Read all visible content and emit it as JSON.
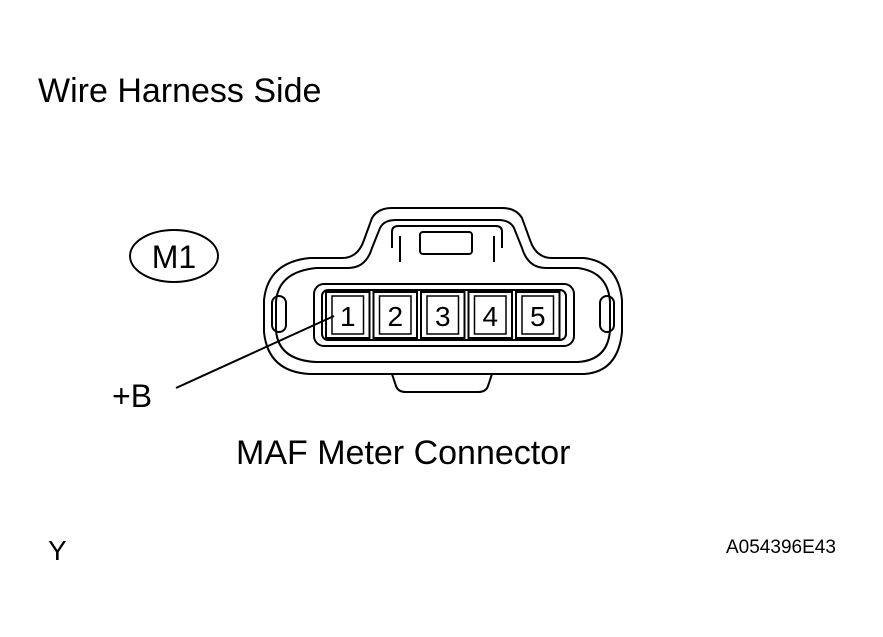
{
  "heading": "Wire Harness Side",
  "connector": {
    "code": "M1",
    "name": "MAF Meter Connector",
    "pins": [
      "1",
      "2",
      "3",
      "4",
      "5"
    ]
  },
  "callout": {
    "pin": "1",
    "label": "+B"
  },
  "footer": {
    "left": "Y",
    "right": "A054396E43"
  }
}
